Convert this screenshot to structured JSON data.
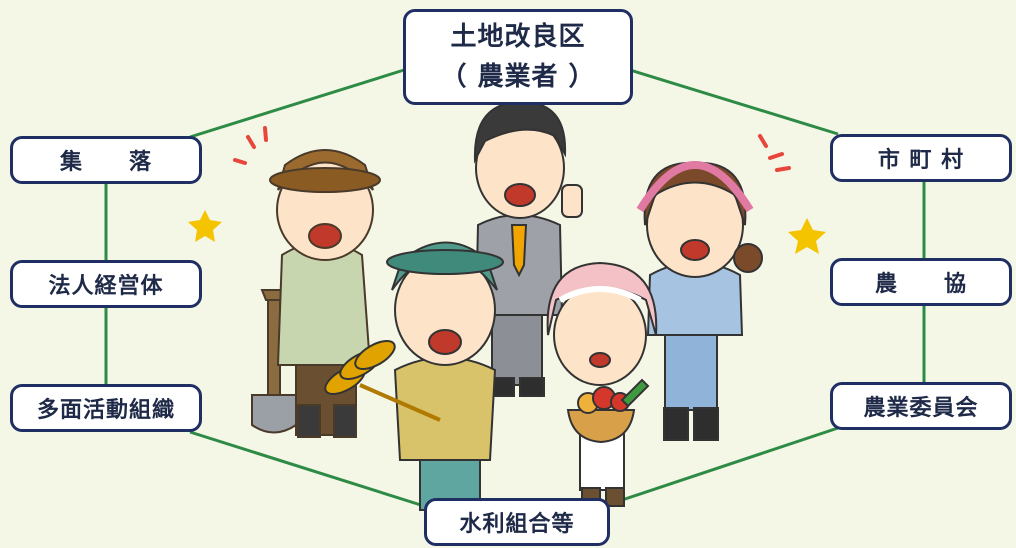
{
  "header_fragment": "",
  "nodes": {
    "top_line1": "土地改良区",
    "top_line2": "（ 農業者 ）",
    "shuraku": "集　　落",
    "hojin": "法人経営体",
    "tamen": "多面活動組織",
    "shichoson": "市 町 村",
    "nokyo": "農　　協",
    "iinkai": "農業委員会",
    "suiri": "水利組合等"
  },
  "colors": {
    "background": "#f4f6e6",
    "connector": "#2e8b45",
    "box_border": "#1f2f63"
  },
  "illustration": {
    "subjects": [
      "farmer-with-shovel-icon",
      "businessman-thumbs-up-icon",
      "woman-farmer-icon",
      "young-farmer-with-rice-icon",
      "elderly-woman-with-vegetables-icon",
      "sparkle-icon"
    ]
  }
}
